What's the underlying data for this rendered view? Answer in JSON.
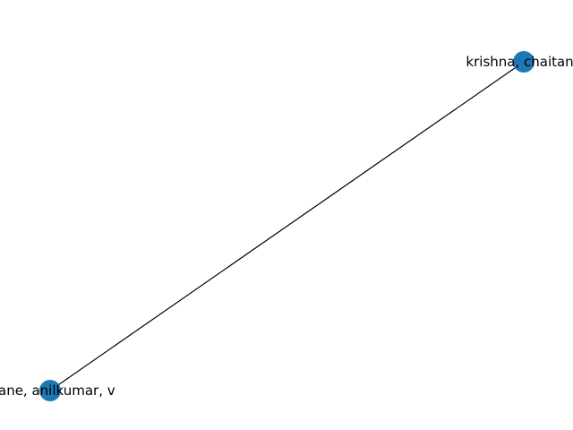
{
  "graph": {
    "node_color": "#1f77b4",
    "edge_color": "#000000",
    "nodes": [
      {
        "id": "krishna",
        "label": "krishna, chaitany"
      },
      {
        "id": "mane",
        "label": "mane, anilkumar, v"
      }
    ],
    "edges": [
      {
        "source": "krishna",
        "target": "mane"
      }
    ]
  }
}
